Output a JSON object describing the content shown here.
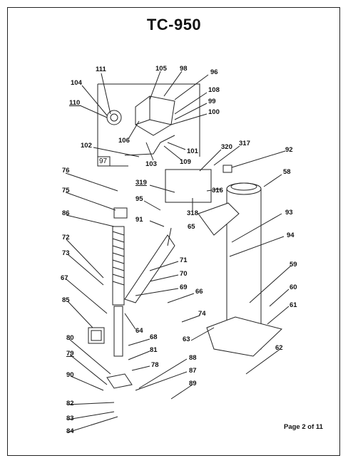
{
  "title": "TC-950",
  "footer": "Page 2 of 11",
  "box_label": "97",
  "part_numbers": [
    "111",
    "105",
    "98",
    "96",
    "104",
    "108",
    "110",
    "99",
    "106",
    "100",
    "102",
    "101",
    "103",
    "109",
    "320",
    "317",
    "92",
    "76",
    "319",
    "316",
    "58",
    "75",
    "95",
    "318",
    "86",
    "91",
    "93",
    "65",
    "72",
    "94",
    "73",
    "71",
    "70",
    "67",
    "69",
    "59",
    "60",
    "85",
    "66",
    "74",
    "61",
    "64",
    "68",
    "63",
    "81",
    "62",
    "80",
    "79",
    "78",
    "88",
    "87",
    "90",
    "89",
    "82",
    "83",
    "84"
  ]
}
